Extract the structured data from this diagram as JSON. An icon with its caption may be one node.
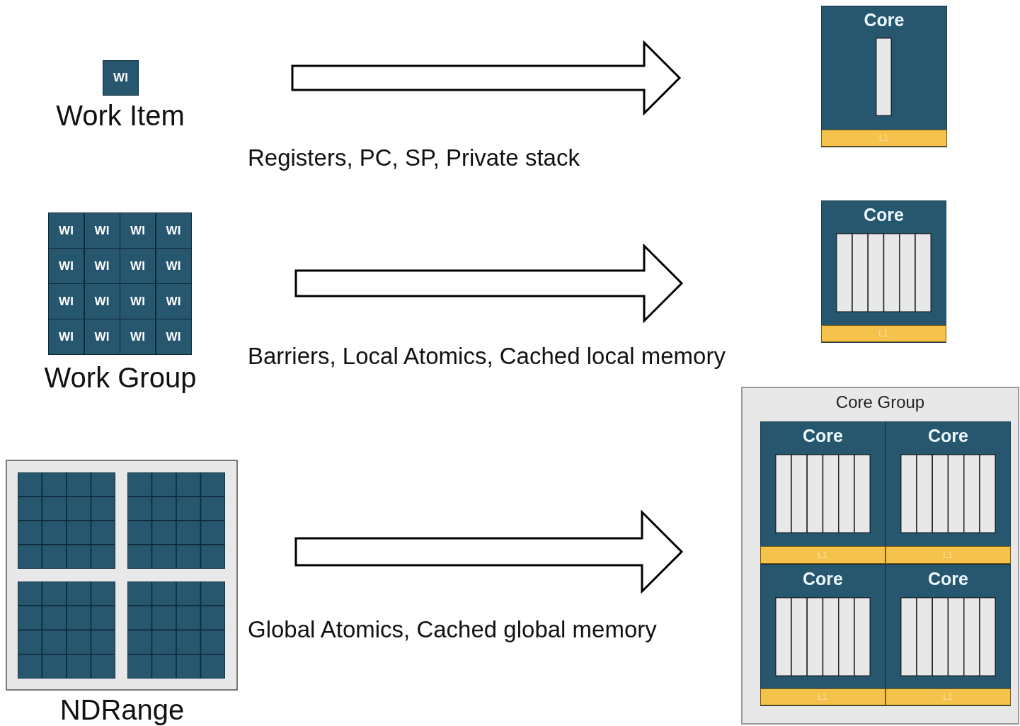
{
  "diagram": {
    "nodes": [
      {
        "text": [
          "WI",
          "Work Item"
        ]
      },
      {
        "text": [
          "Work Group"
        ]
      },
      {
        "text": [
          "WI"
        ],
        "in": 1
      },
      {
        "text": [
          "WI"
        ],
        "in": 1
      },
      {
        "text": [
          "WI"
        ],
        "in": 1
      },
      {
        "text": [
          "WI"
        ],
        "in": 1
      },
      {
        "text": [
          "WI"
        ],
        "in": 1
      },
      {
        "text": [
          "WI"
        ],
        "in": 1
      },
      {
        "text": [
          "WI"
        ],
        "in": 1
      },
      {
        "text": [
          "WI"
        ],
        "in": 1
      },
      {
        "text": [
          "WI"
        ],
        "in": 1
      },
      {
        "text": [
          "WI"
        ],
        "in": 1
      },
      {
        "text": [
          "WI"
        ],
        "in": 1
      },
      {
        "text": [
          "WI"
        ],
        "in": 1
      },
      {
        "text": [
          "WI"
        ],
        "in": 1
      },
      {
        "text": [
          "WI"
        ],
        "in": 1
      },
      {
        "text": [
          "WI"
        ],
        "in": 1
      },
      {
        "text": [
          "WI"
        ],
        "in": 1
      },
      {
        "text": [
          "NDRange"
        ]
      },
      {
        "text": [],
        "shape": "box",
        "in": 18
      },
      {
        "text": [],
        "shape": "box",
        "in": 18
      },
      {
        "text": [],
        "shape": "box",
        "in": 18
      },
      {
        "text": [],
        "shape": "box",
        "in": 18
      },
      {
        "text": [
          "Core"
        ]
      },
      {
        "text": [
          "L1"
        ],
        "in": 23
      },
      {
        "text": [
          "Core"
        ]
      },
      {
        "text": [
          "L1"
        ],
        "in": 25
      },
      {
        "text": [
          "Core Group"
        ]
      },
      {
        "text": [
          "Core"
        ],
        "in": 27
      },
      {
        "text": [
          "L1"
        ],
        "in": 28
      },
      {
        "text": [
          "Core"
        ],
        "in": 27
      },
      {
        "text": [
          "L1"
        ],
        "in": 30
      },
      {
        "text": [
          "Core"
        ],
        "in": 27
      },
      {
        "text": [
          "L1"
        ],
        "in": 32
      },
      {
        "text": [
          "Core"
        ],
        "in": 27
      },
      {
        "text": [
          "L1"
        ],
        "in": 34
      }
    ],
    "edges": [
      {
        "from": 0,
        "to": 23,
        "arrow": "to",
        "label": "Registers, PC, SP, Private stack"
      },
      {
        "from": 1,
        "to": 25,
        "arrow": "to",
        "label": "Barriers, Local Atomics, Cached local memory"
      },
      {
        "from": 18,
        "to": 27,
        "arrow": "to",
        "label": "Global Atomics, Cached global memory"
      }
    ]
  }
}
